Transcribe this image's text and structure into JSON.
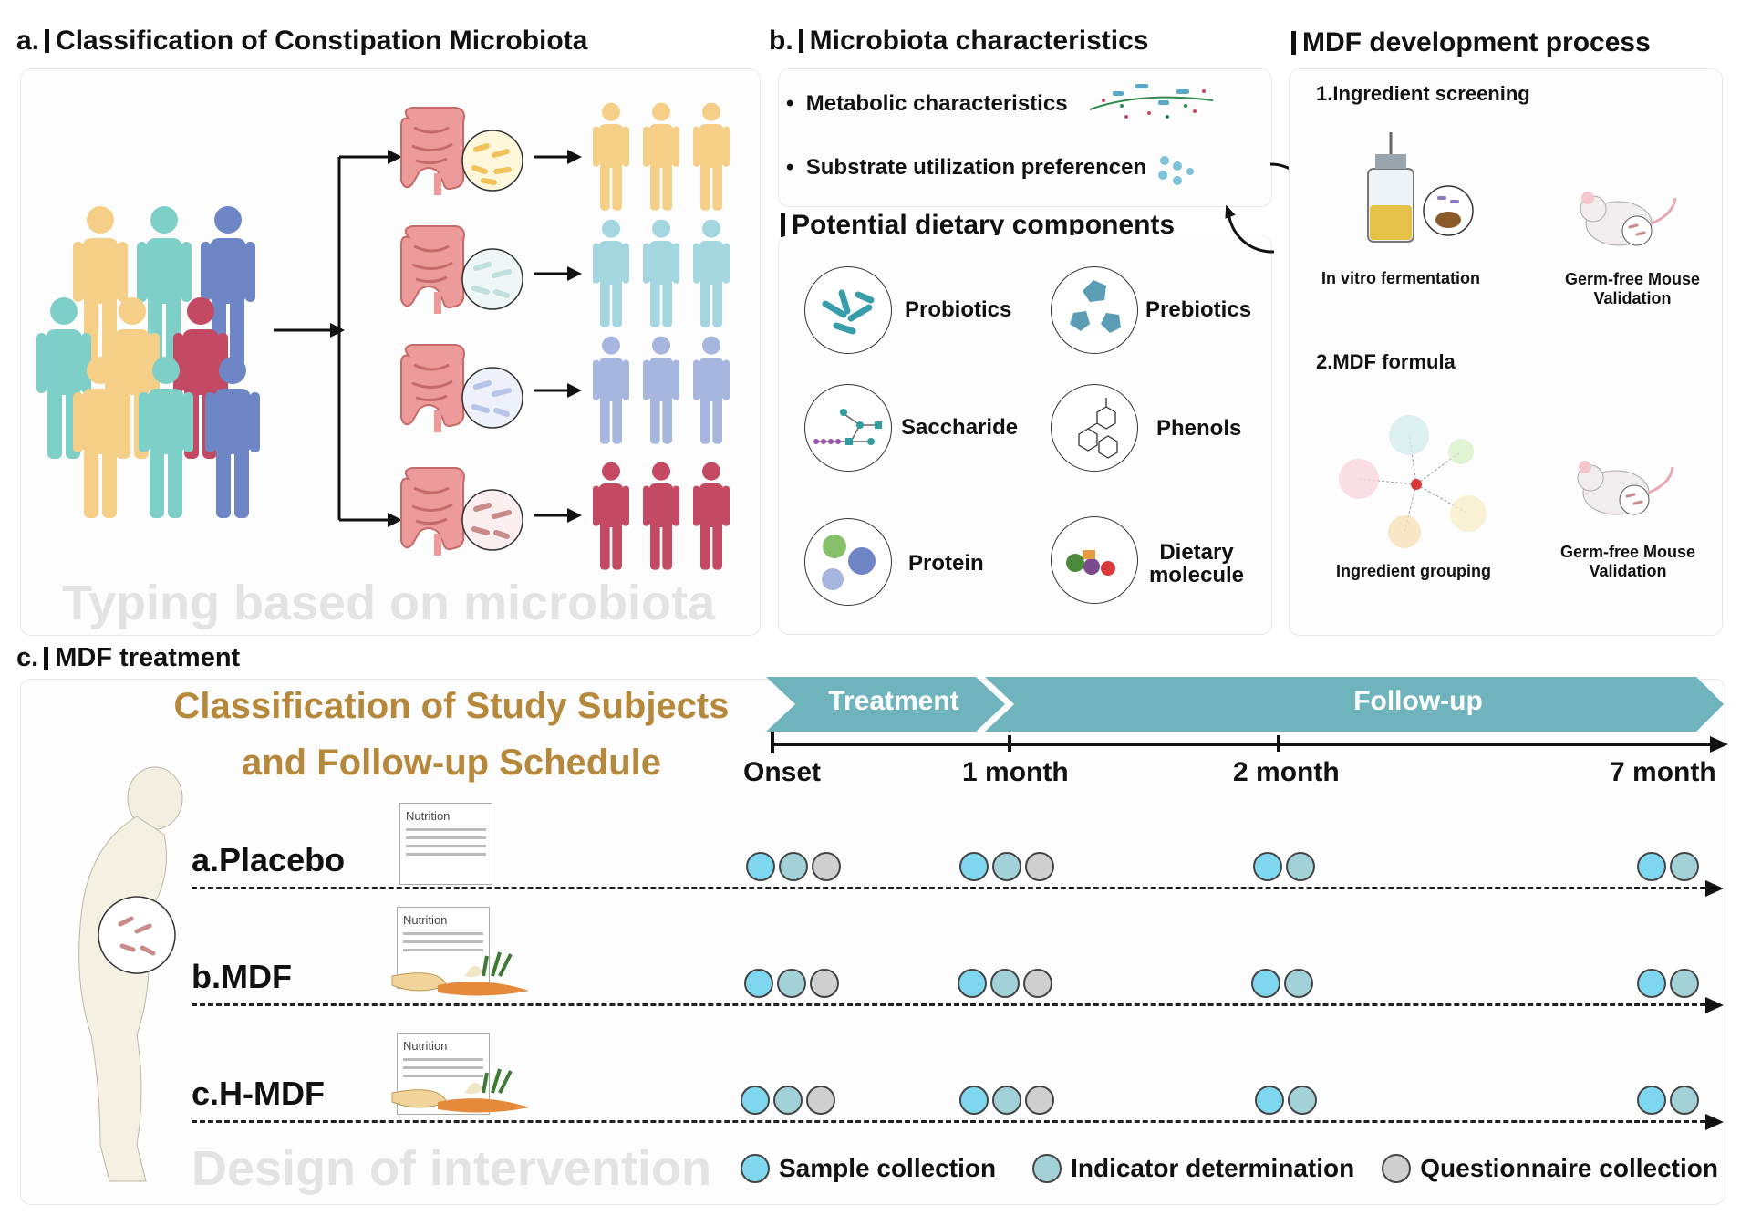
{
  "panel_a": {
    "letter": "a.",
    "title": "Classification of Constipation Microbiota",
    "watermark": "Typing based on microbiota",
    "group_colors": [
      "#f5cf87",
      "#a3d6de",
      "#a7b6de",
      "#c44a64"
    ],
    "crowd_colors": [
      "#f5cf87",
      "#7fcfc9",
      "#6f86c6",
      "#c44a64"
    ]
  },
  "panel_b": {
    "letter": "b.",
    "title": "Microbiota characteristics",
    "bullets": [
      "Metabolic characteristics",
      "Substrate utilization preferencen"
    ],
    "dietary_title": "Potential dietary components",
    "components": [
      "Probiotics",
      "Prebiotics",
      "Saccharide",
      "Phenols",
      "Protein",
      "Dietary molecule"
    ]
  },
  "panel_mdf": {
    "title": "MDF development process",
    "step1": "1.Ingredient screening",
    "invitro": "In vitro fermentation",
    "germfree": "Germ-free Mouse Validation",
    "step2": "2.MDF formula",
    "grouping": "Ingredient grouping",
    "germfree2": "Germ-free Mouse Validation"
  },
  "panel_c": {
    "letter": "c.",
    "title": "MDF treatment",
    "heading_line1": "Classification of Study Subjects",
    "heading_line2": "and Follow-up Schedule",
    "phase_treatment": "Treatment",
    "phase_followup": "Follow-up",
    "timepoints": [
      "Onset",
      "1 month",
      "2 month",
      "7 month"
    ],
    "groups": [
      "a.Placebo",
      "b.MDF",
      "c.H-MDF"
    ],
    "nutrition_label": "Nutrition",
    "watermark": "Design of intervention",
    "legend": [
      "Sample collection",
      "Indicator determination",
      "Questionnaire collection"
    ],
    "legend_colors": [
      "#7fd6ef",
      "#a2d2d8",
      "#cfcfcf"
    ],
    "phase_color": "#6fb4bd"
  }
}
